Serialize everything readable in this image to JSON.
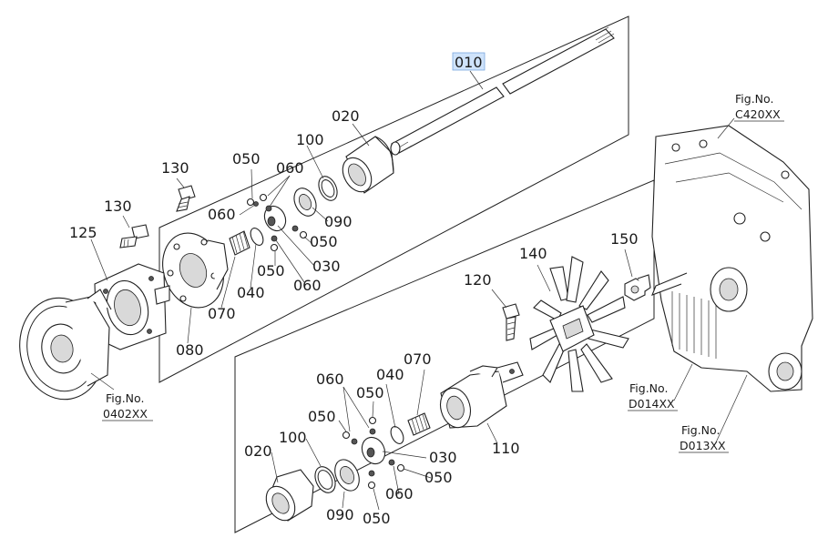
{
  "parts": [
    {
      "id": "p010",
      "number": "010",
      "highlighted": true
    },
    {
      "id": "p020a",
      "number": "020"
    },
    {
      "id": "p100a",
      "number": "100"
    },
    {
      "id": "p050a",
      "number": "050"
    },
    {
      "id": "p060a",
      "number": "060"
    },
    {
      "id": "p130a",
      "number": "130"
    },
    {
      "id": "p130b",
      "number": "130"
    },
    {
      "id": "p125",
      "number": "125"
    },
    {
      "id": "p060b",
      "number": "060"
    },
    {
      "id": "p090a",
      "number": "090"
    },
    {
      "id": "p050b",
      "number": "050"
    },
    {
      "id": "p030a",
      "number": "030"
    },
    {
      "id": "p050c",
      "number": "050"
    },
    {
      "id": "p040a",
      "number": "040"
    },
    {
      "id": "p060c",
      "number": "060"
    },
    {
      "id": "p070a",
      "number": "070"
    },
    {
      "id": "p080",
      "number": "080"
    },
    {
      "id": "p140",
      "number": "140"
    },
    {
      "id": "p150",
      "number": "150"
    },
    {
      "id": "p120",
      "number": "120"
    },
    {
      "id": "p070b",
      "number": "070"
    },
    {
      "id": "p060d",
      "number": "060"
    },
    {
      "id": "p040b",
      "number": "040"
    },
    {
      "id": "p050d",
      "number": "050"
    },
    {
      "id": "p050e",
      "number": "050"
    },
    {
      "id": "p100b",
      "number": "100"
    },
    {
      "id": "p030b",
      "number": "030"
    },
    {
      "id": "p110",
      "number": "110"
    },
    {
      "id": "p020b",
      "number": "020"
    },
    {
      "id": "p050f",
      "number": "050"
    },
    {
      "id": "p060e",
      "number": "060"
    },
    {
      "id": "p090b",
      "number": "090"
    },
    {
      "id": "p050g",
      "number": "050"
    }
  ],
  "figure_refs": [
    {
      "id": "c420",
      "label": "Fig.No.",
      "code": "C420XX"
    },
    {
      "id": "o402",
      "label": "Fig.No.",
      "code": "0402XX"
    },
    {
      "id": "d014",
      "label": "Fig.No.",
      "code": "D014XX"
    },
    {
      "id": "d013",
      "label": "Fig.No.",
      "code": "D013XX"
    }
  ],
  "colors": {
    "line": "#222222",
    "highlight": "#cfe3fb",
    "highlight_border": "#7aa7de"
  }
}
